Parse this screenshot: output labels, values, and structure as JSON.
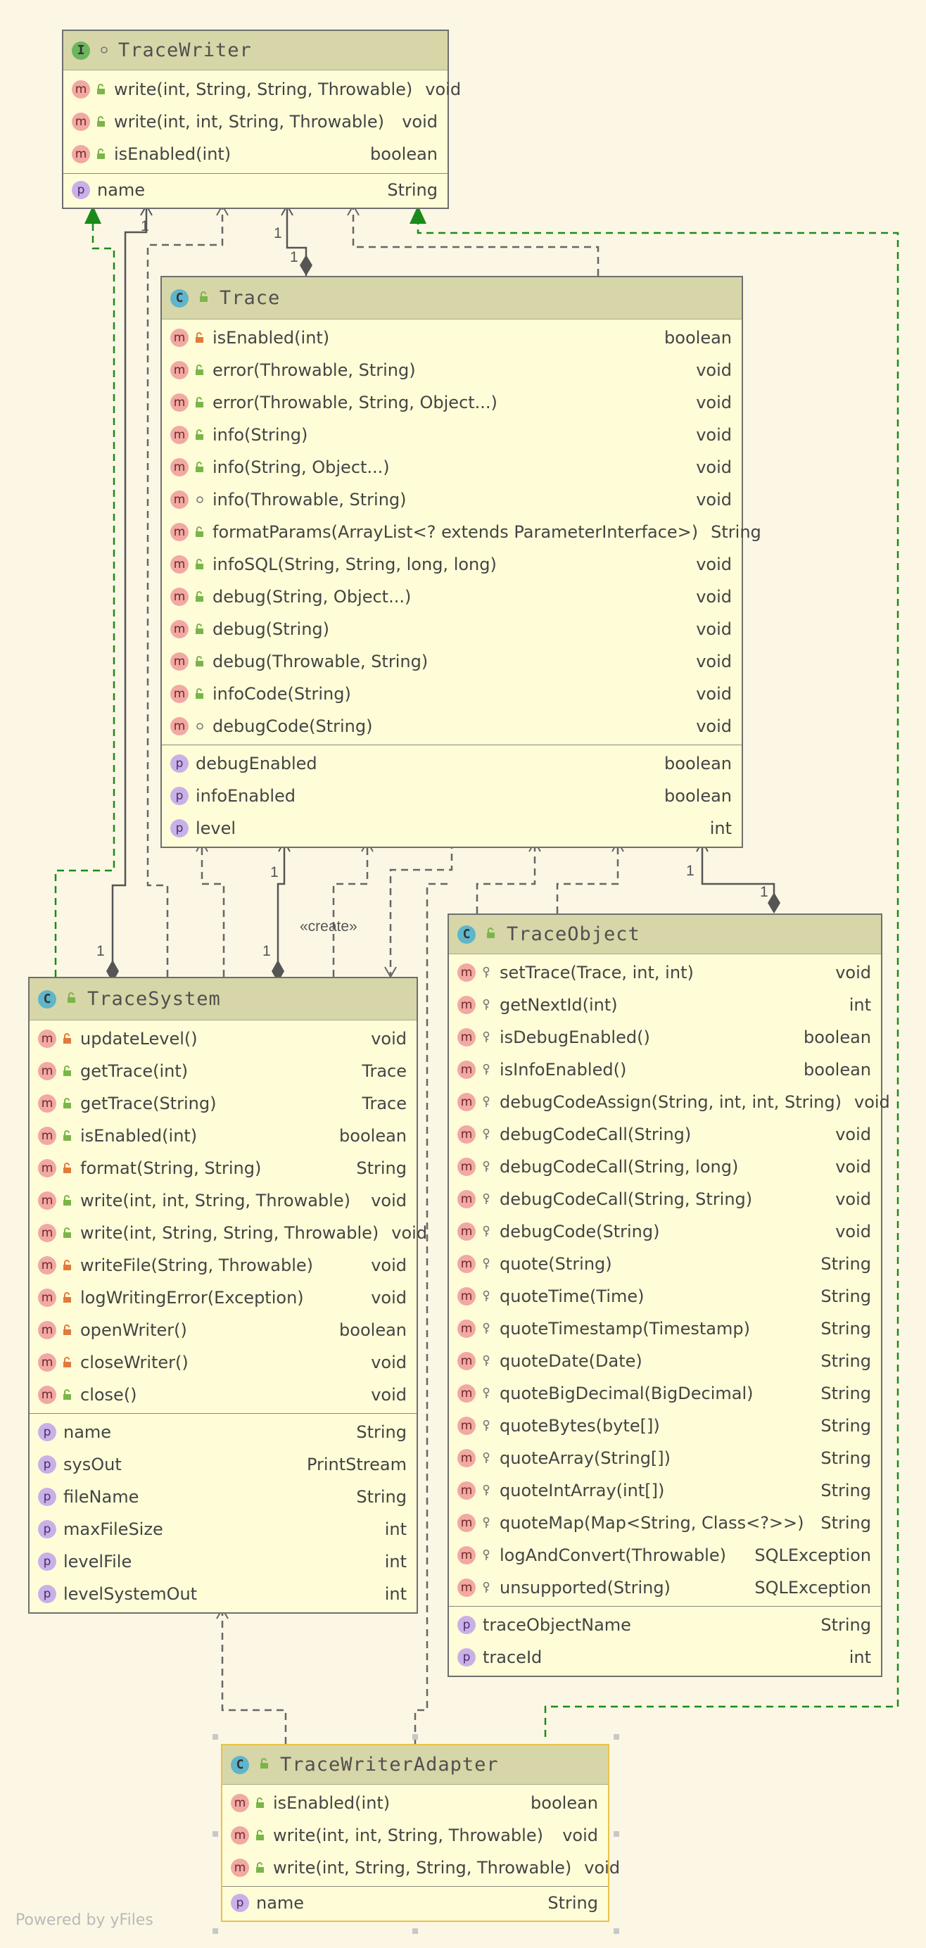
{
  "watermark": "Powered by yFiles",
  "classes": {
    "tracewriter": {
      "kind_letter": "I",
      "name": "TraceWriter",
      "methods": [
        {
          "name": "write(int, String, String, Throwable)",
          "type": "void"
        },
        {
          "name": "write(int, int, String, Throwable)",
          "type": "void"
        },
        {
          "name": "isEnabled(int)",
          "type": "boolean"
        }
      ],
      "properties": [
        {
          "name": "name",
          "type": "String"
        }
      ]
    },
    "trace": {
      "kind_letter": "C",
      "name": "Trace",
      "methods": [
        {
          "name": "isEnabled(int)",
          "type": "boolean"
        },
        {
          "name": "error(Throwable, String)",
          "type": "void"
        },
        {
          "name": "error(Throwable, String, Object...)",
          "type": "void"
        },
        {
          "name": "info(String)",
          "type": "void"
        },
        {
          "name": "info(String, Object...)",
          "type": "void"
        },
        {
          "name": "info(Throwable, String)",
          "type": "void"
        },
        {
          "name": "formatParams(ArrayList<? extends ParameterInterface>)",
          "type": "String"
        },
        {
          "name": "infoSQL(String, String, long, long)",
          "type": "void"
        },
        {
          "name": "debug(String, Object...)",
          "type": "void"
        },
        {
          "name": "debug(String)",
          "type": "void"
        },
        {
          "name": "debug(Throwable, String)",
          "type": "void"
        },
        {
          "name": "infoCode(String)",
          "type": "void"
        },
        {
          "name": "debugCode(String)",
          "type": "void"
        }
      ],
      "properties": [
        {
          "name": "debugEnabled",
          "type": "boolean"
        },
        {
          "name": "infoEnabled",
          "type": "boolean"
        },
        {
          "name": "level",
          "type": "int"
        }
      ]
    },
    "tracesystem": {
      "kind_letter": "C",
      "name": "TraceSystem",
      "methods": [
        {
          "name": "updateLevel()",
          "type": "void"
        },
        {
          "name": "getTrace(int)",
          "type": "Trace"
        },
        {
          "name": "getTrace(String)",
          "type": "Trace"
        },
        {
          "name": "isEnabled(int)",
          "type": "boolean"
        },
        {
          "name": "format(String, String)",
          "type": "String"
        },
        {
          "name": "write(int, int, String, Throwable)",
          "type": "void"
        },
        {
          "name": "write(int, String, String, Throwable)",
          "type": "void"
        },
        {
          "name": "writeFile(String, Throwable)",
          "type": "void"
        },
        {
          "name": "logWritingError(Exception)",
          "type": "void"
        },
        {
          "name": "openWriter()",
          "type": "boolean"
        },
        {
          "name": "closeWriter()",
          "type": "void"
        },
        {
          "name": "close()",
          "type": "void"
        }
      ],
      "properties": [
        {
          "name": "name",
          "type": "String"
        },
        {
          "name": "sysOut",
          "type": "PrintStream"
        },
        {
          "name": "fileName",
          "type": "String"
        },
        {
          "name": "maxFileSize",
          "type": "int"
        },
        {
          "name": "levelFile",
          "type": "int"
        },
        {
          "name": "levelSystemOut",
          "type": "int"
        }
      ]
    },
    "traceobject": {
      "kind_letter": "C",
      "name": "TraceObject",
      "methods": [
        {
          "name": "setTrace(Trace, int, int)",
          "type": "void"
        },
        {
          "name": "getNextId(int)",
          "type": "int"
        },
        {
          "name": "isDebugEnabled()",
          "type": "boolean"
        },
        {
          "name": "isInfoEnabled()",
          "type": "boolean"
        },
        {
          "name": "debugCodeAssign(String, int, int, String)",
          "type": "void"
        },
        {
          "name": "debugCodeCall(String)",
          "type": "void"
        },
        {
          "name": "debugCodeCall(String, long)",
          "type": "void"
        },
        {
          "name": "debugCodeCall(String, String)",
          "type": "void"
        },
        {
          "name": "debugCode(String)",
          "type": "void"
        },
        {
          "name": "quote(String)",
          "type": "String"
        },
        {
          "name": "quoteTime(Time)",
          "type": "String"
        },
        {
          "name": "quoteTimestamp(Timestamp)",
          "type": "String"
        },
        {
          "name": "quoteDate(Date)",
          "type": "String"
        },
        {
          "name": "quoteBigDecimal(BigDecimal)",
          "type": "String"
        },
        {
          "name": "quoteBytes(byte[])",
          "type": "String"
        },
        {
          "name": "quoteArray(String[])",
          "type": "String"
        },
        {
          "name": "quoteIntArray(int[])",
          "type": "String"
        },
        {
          "name": "quoteMap(Map<String, Class<?>>)",
          "type": "String"
        },
        {
          "name": "logAndConvert(Throwable)",
          "type": "SQLException"
        },
        {
          "name": "unsupported(String)",
          "type": "SQLException"
        }
      ],
      "properties": [
        {
          "name": "traceObjectName",
          "type": "String"
        },
        {
          "name": "traceId",
          "type": "int"
        }
      ]
    },
    "tracewriteradapter": {
      "kind_letter": "C",
      "name": "TraceWriterAdapter",
      "methods": [
        {
          "name": "isEnabled(int)",
          "type": "boolean"
        },
        {
          "name": "write(int, int, String, Throwable)",
          "type": "void"
        },
        {
          "name": "write(int, String, String, Throwable)",
          "type": "void"
        }
      ],
      "properties": [
        {
          "name": "name",
          "type": "String"
        }
      ]
    }
  },
  "edge_labels": {
    "create": "«create»",
    "mult_ts_tw_src": "1",
    "mult_ts_tw_dst": "1",
    "mult_trace_tw_a": "1",
    "mult_trace_tw_b": "1",
    "mult_ts_trace_a": "1",
    "mult_ts_trace_b": "1",
    "mult_to_trace_a": "1",
    "mult_to_trace_b": "1"
  },
  "colors": {
    "background": "#fcf7e4",
    "class_fill": "#fefdd8",
    "header_fill": "#d7d6a8",
    "realization": "#1a8a1a",
    "dependency": "#666666",
    "selected_border": "#e8c347"
  }
}
